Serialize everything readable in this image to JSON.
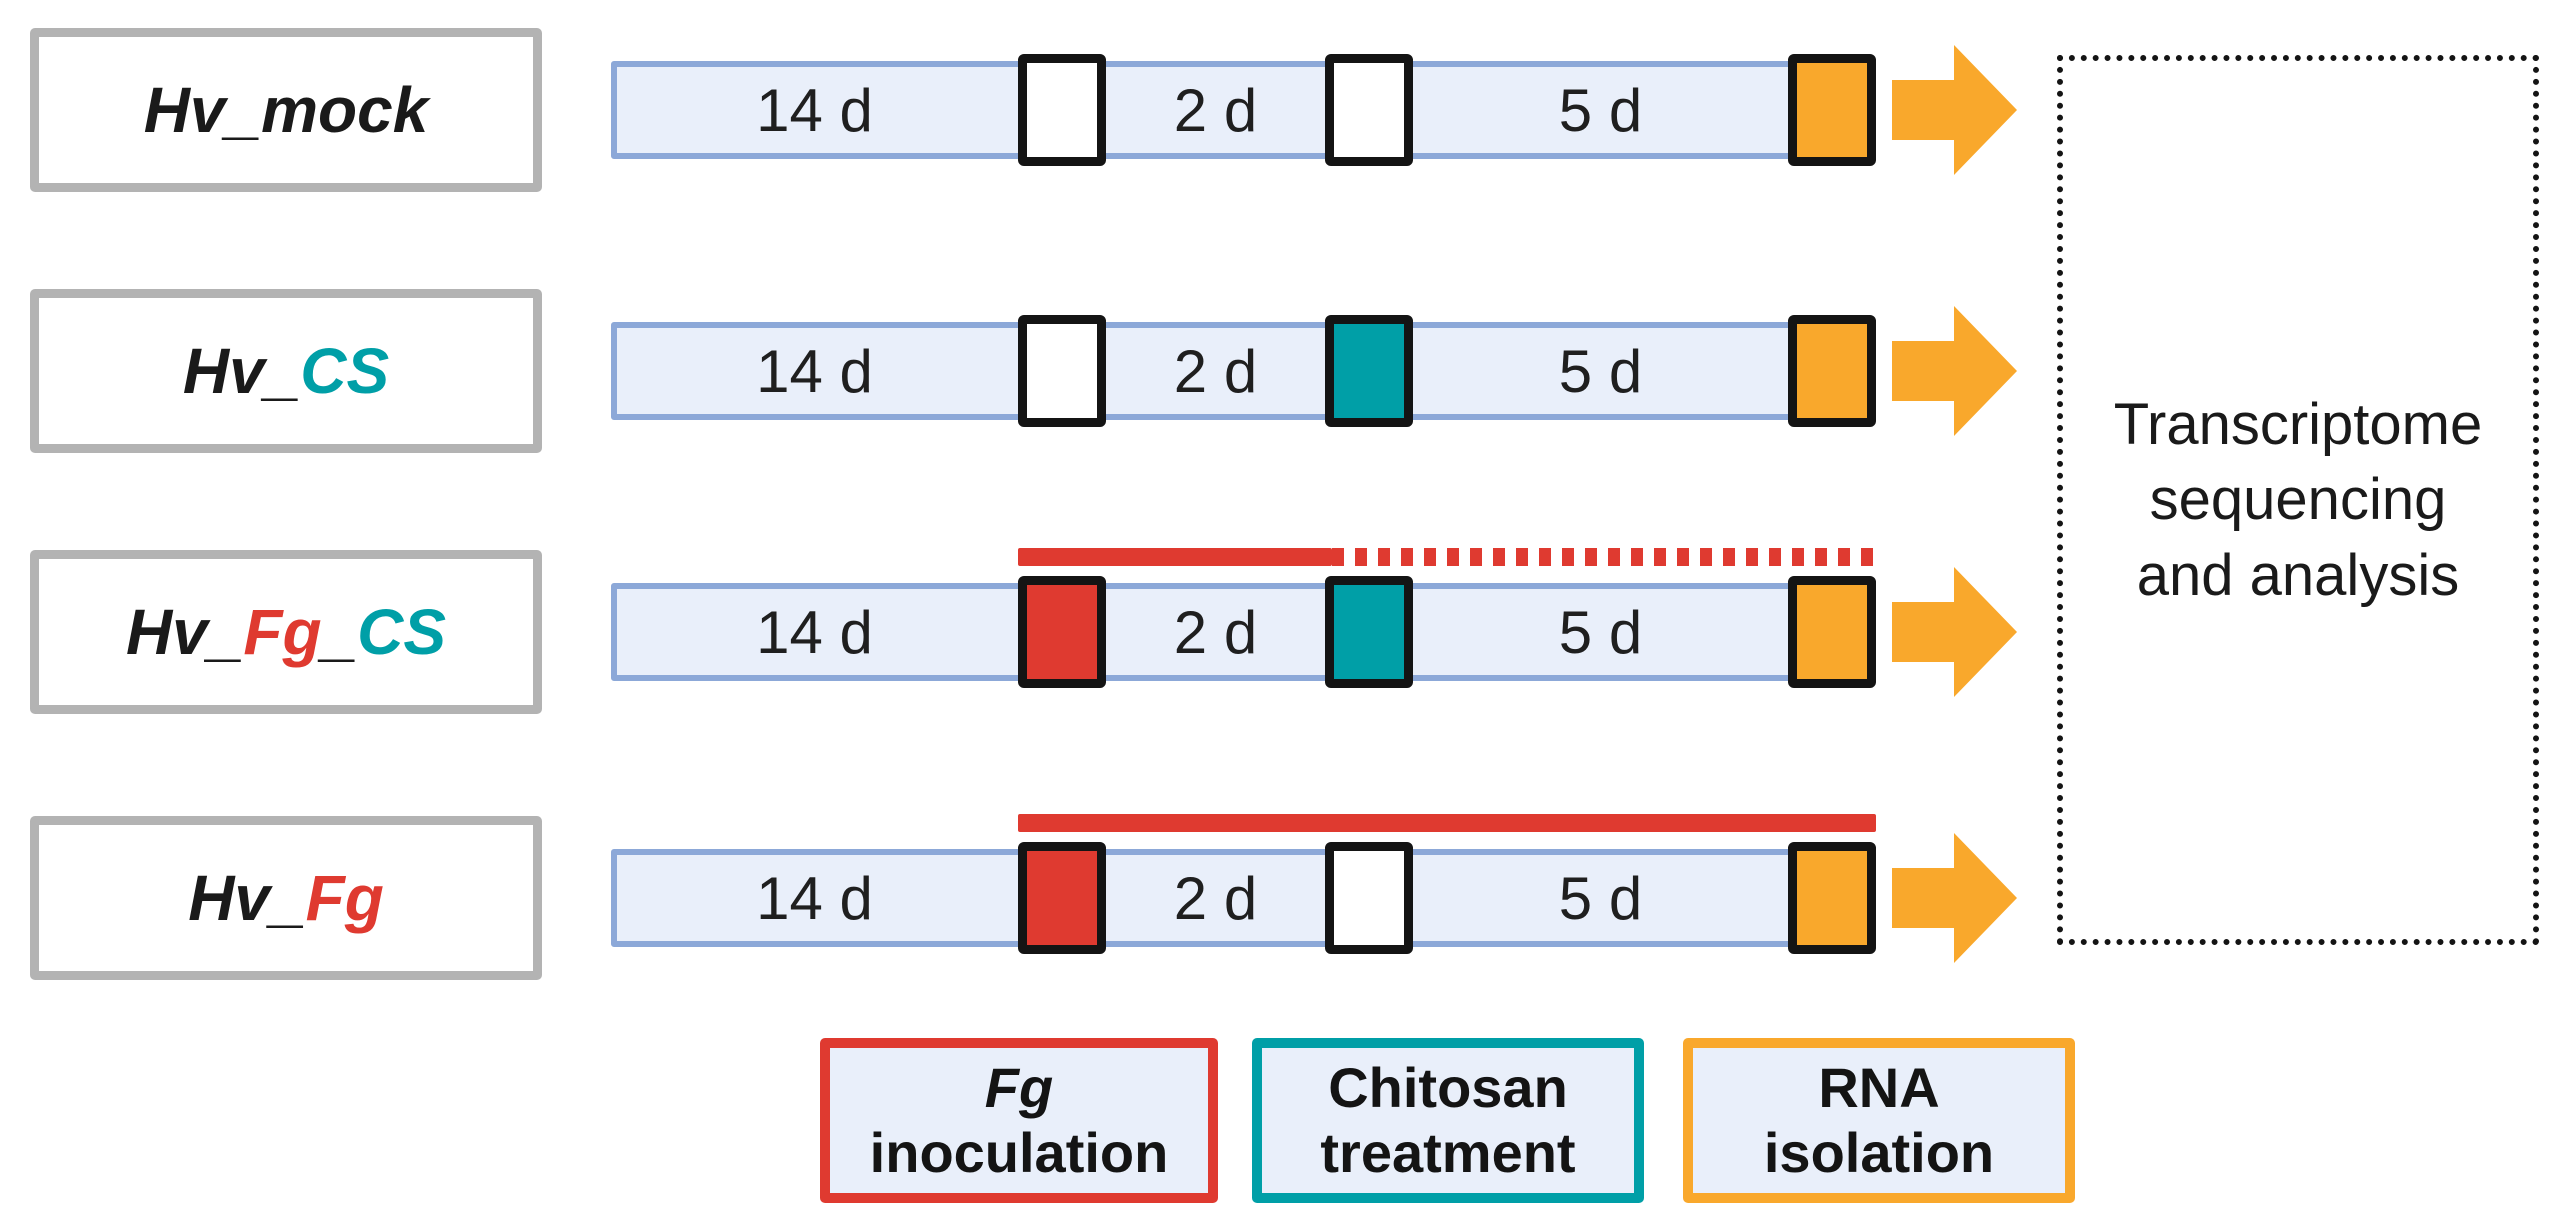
{
  "palette": {
    "red": "#df3a30",
    "teal": "#009fa7",
    "orange": "#f9a82c",
    "barfill": "#e9effa",
    "barborder": "#8ca8d8",
    "graybox": "#b3b3b3",
    "black": "#1a1a1a"
  },
  "rows": [
    {
      "condition": "Hv_mock",
      "label_parts": [
        {
          "text": "Hv_mock",
          "color": "black"
        }
      ],
      "segments": [
        "14 d",
        "2 d",
        "5 d"
      ],
      "squares": [
        {
          "point": "inoculation",
          "fill": "white"
        },
        {
          "point": "treatment",
          "fill": "white"
        },
        {
          "point": "rna-isolation",
          "fill": "orange"
        }
      ],
      "infection_line": "none"
    },
    {
      "condition": "Hv_CS",
      "label_parts": [
        {
          "text": "Hv_",
          "color": "black"
        },
        {
          "text": "CS",
          "color": "teal"
        }
      ],
      "segments": [
        "14 d",
        "2 d",
        "5 d"
      ],
      "squares": [
        {
          "point": "inoculation",
          "fill": "white"
        },
        {
          "point": "treatment",
          "fill": "teal"
        },
        {
          "point": "rna-isolation",
          "fill": "orange"
        }
      ],
      "infection_line": "none"
    },
    {
      "condition": "Hv_Fg_CS",
      "label_parts": [
        {
          "text": "Hv_",
          "color": "black"
        },
        {
          "text": "Fg",
          "color": "red"
        },
        {
          "text": "_",
          "color": "black"
        },
        {
          "text": "CS",
          "color": "teal"
        }
      ],
      "segments": [
        "14 d",
        "2 d",
        "5 d"
      ],
      "squares": [
        {
          "point": "inoculation",
          "fill": "red"
        },
        {
          "point": "treatment",
          "fill": "teal"
        },
        {
          "point": "rna-isolation",
          "fill": "orange"
        }
      ],
      "infection_line": "solid-then-dashed"
    },
    {
      "condition": "Hv_Fg",
      "label_parts": [
        {
          "text": "Hv_",
          "color": "black"
        },
        {
          "text": "Fg",
          "color": "red"
        }
      ],
      "segments": [
        "14 d",
        "2 d",
        "5 d"
      ],
      "squares": [
        {
          "point": "inoculation",
          "fill": "red"
        },
        {
          "point": "treatment",
          "fill": "white"
        },
        {
          "point": "rna-isolation",
          "fill": "orange"
        }
      ],
      "infection_line": "solid-full"
    }
  ],
  "output_box": {
    "lines": [
      "Transcriptome",
      "sequencing",
      "and analysis"
    ]
  },
  "legend": [
    {
      "line1": "Fg",
      "line2": "inoculation",
      "border": "red",
      "line1_italic": true
    },
    {
      "line1": "Chitosan",
      "line2": "treatment",
      "border": "teal",
      "line1_italic": false
    },
    {
      "line1": "RNA",
      "line2": "isolation",
      "border": "orange",
      "line1_italic": false
    }
  ]
}
